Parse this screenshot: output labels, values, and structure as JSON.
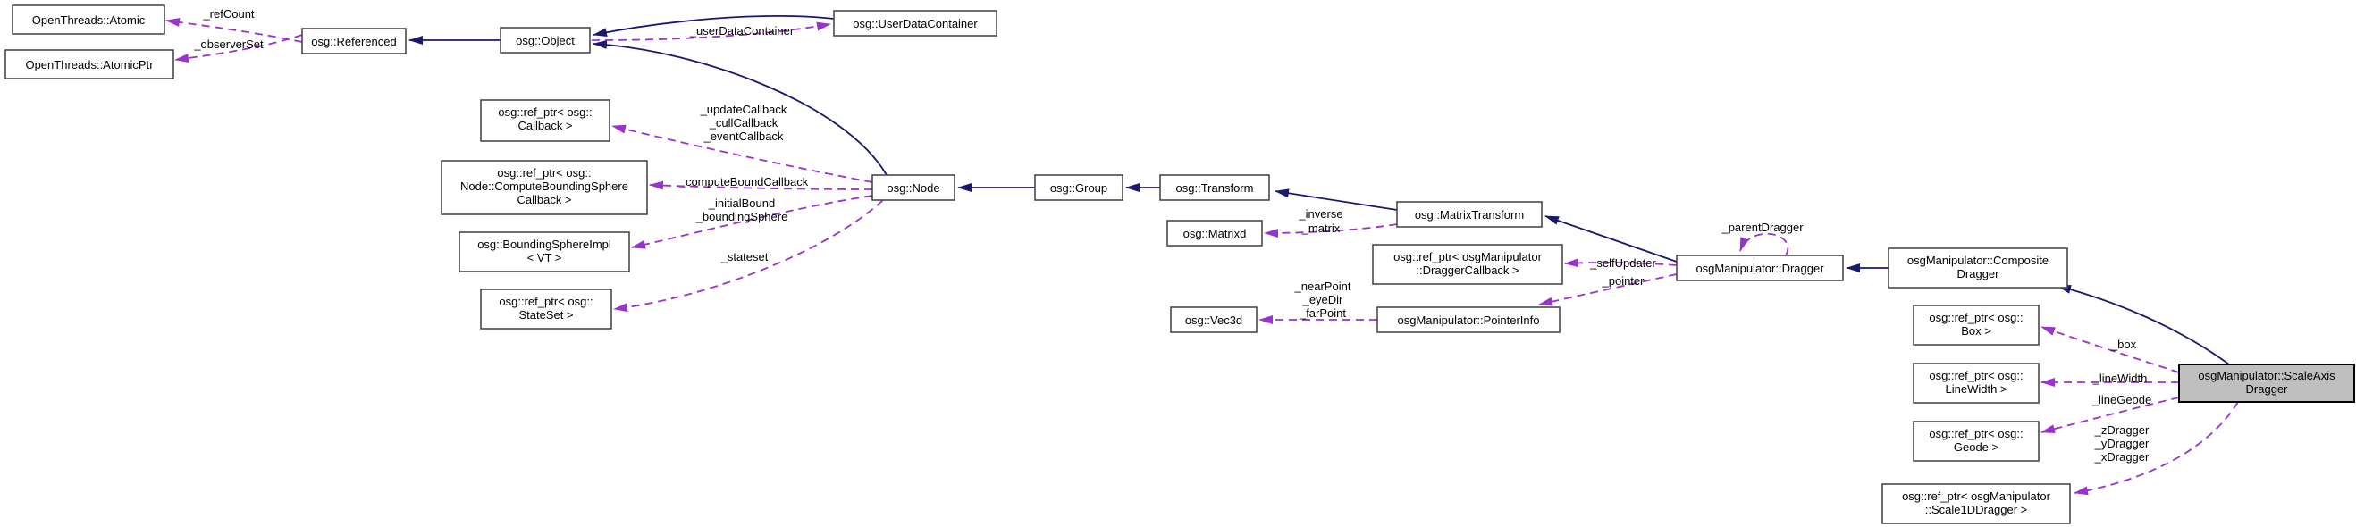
{
  "colors": {
    "background": "#ffffff",
    "node_fill": "#ffffff",
    "node_border": "#4a4a4a",
    "highlight_fill": "#bfbfbf",
    "highlight_border": "#000000",
    "inheritance_edge": "#191970",
    "usage_edge": "#9a32cd",
    "text": "#000000"
  },
  "nodes": {
    "atomic": {
      "label": "OpenThreads::Atomic"
    },
    "atomic_ptr": {
      "label": "OpenThreads::AtomicPtr"
    },
    "referenced": {
      "label": "osg::Referenced"
    },
    "object": {
      "label": "osg::Object"
    },
    "user_data_container": {
      "label": "osg::UserDataContainer"
    },
    "ref_callback": {
      "line1": "osg::ref_ptr< osg::",
      "line2": "Callback >"
    },
    "ref_compute_bound": {
      "line1": "osg::ref_ptr< osg::",
      "line2": "Node::ComputeBoundingSphere",
      "line3": "Callback >"
    },
    "bounding_sphere_impl": {
      "line1": "osg::BoundingSphereImpl",
      "line2": "< VT >"
    },
    "ref_stateset": {
      "line1": "osg::ref_ptr< osg::",
      "line2": "StateSet >"
    },
    "node": {
      "label": "osg::Node"
    },
    "group": {
      "label": "osg::Group"
    },
    "transform": {
      "label": "osg::Transform"
    },
    "matrixd": {
      "label": "osg::Matrixd"
    },
    "matrix_transform": {
      "label": "osg::MatrixTransform"
    },
    "ref_dragger_callback": {
      "line1": "osg::ref_ptr< osgManipulator",
      "line2": "::DraggerCallback >"
    },
    "vec3d": {
      "label": "osg::Vec3d"
    },
    "pointer_info": {
      "label": "osgManipulator::PointerInfo"
    },
    "dragger": {
      "label": "osgManipulator::Dragger"
    },
    "composite_dragger": {
      "line1": "osgManipulator::Composite",
      "line2": "Dragger"
    },
    "ref_box": {
      "line1": "osg::ref_ptr< osg::",
      "line2": "Box >"
    },
    "ref_line_width": {
      "line1": "osg::ref_ptr< osg::",
      "line2": "LineWidth >"
    },
    "scale_axis_dragger": {
      "line1": "osgManipulator::ScaleAxis",
      "line2": "Dragger"
    },
    "ref_geode": {
      "line1": "osg::ref_ptr< osg::",
      "line2": "Geode >"
    },
    "ref_scale1d_dragger": {
      "line1": "osg::ref_ptr< osgManipulator",
      "line2": "::Scale1DDragger >"
    }
  },
  "edge_labels": {
    "ref_count": "_refCount",
    "observer_set": "_observerSet",
    "user_data_container": "_userDataContainer",
    "update_callback": "_updateCallback",
    "cull_callback": "_cullCallback",
    "event_callback": "_eventCallback",
    "compute_bound_callback": "_computeBoundCallback",
    "initial_bound": "_initialBound",
    "bounding_sphere": "_boundingSphere",
    "stateset": "_stateset",
    "inverse": "_inverse",
    "matrix": "_matrix",
    "parent_dragger": "_parentDragger",
    "self_updater": "_selfUpdater",
    "pointer": "_pointer",
    "near_point": "_nearPoint",
    "eye_dir": "_eyeDir",
    "far_point": "_farPoint",
    "box": "_box",
    "line_width": "_lineWidth",
    "line_geode": "_lineGeode",
    "z_dragger": "_zDragger",
    "y_dragger": "_yDragger",
    "x_dragger": "_xDragger"
  },
  "edges": [
    {
      "from": "osg::Object",
      "to": "osg::Referenced",
      "type": "inheritance"
    },
    {
      "from": "osg::UserDataContainer",
      "to": "osg::Object",
      "type": "inheritance"
    },
    {
      "from": "osg::Node",
      "to": "osg::Object",
      "type": "inheritance"
    },
    {
      "from": "osg::Group",
      "to": "osg::Node",
      "type": "inheritance"
    },
    {
      "from": "osg::Transform",
      "to": "osg::Group",
      "type": "inheritance"
    },
    {
      "from": "osg::MatrixTransform",
      "to": "osg::Transform",
      "type": "inheritance"
    },
    {
      "from": "osgManipulator::Dragger",
      "to": "osg::MatrixTransform",
      "type": "inheritance"
    },
    {
      "from": "osgManipulator::CompositeDragger",
      "to": "osgManipulator::Dragger",
      "type": "inheritance"
    },
    {
      "from": "osgManipulator::ScaleAxisDragger",
      "to": "osgManipulator::CompositeDragger",
      "type": "inheritance"
    },
    {
      "from": "osg::Referenced",
      "to": "OpenThreads::Atomic",
      "type": "usage",
      "labels": [
        "_refCount"
      ]
    },
    {
      "from": "osg::Referenced",
      "to": "OpenThreads::AtomicPtr",
      "type": "usage",
      "labels": [
        "_observerSet"
      ]
    },
    {
      "from": "osg::Object",
      "to": "osg::UserDataContainer",
      "type": "usage",
      "labels": [
        "_userDataContainer"
      ]
    },
    {
      "from": "osg::Node",
      "to": "osg::ref_ptr< osg::Callback >",
      "type": "usage",
      "labels": [
        "_updateCallback",
        "_cullCallback",
        "_eventCallback"
      ]
    },
    {
      "from": "osg::Node",
      "to": "osg::ref_ptr< osg::Node::ComputeBoundingSphereCallback >",
      "type": "usage",
      "labels": [
        "_computeBoundCallback"
      ]
    },
    {
      "from": "osg::Node",
      "to": "osg::BoundingSphereImpl< VT >",
      "type": "usage",
      "labels": [
        "_initialBound",
        "_boundingSphere"
      ]
    },
    {
      "from": "osg::Node",
      "to": "osg::ref_ptr< osg::StateSet >",
      "type": "usage",
      "labels": [
        "_stateset"
      ]
    },
    {
      "from": "osg::MatrixTransform",
      "to": "osg::Matrixd",
      "type": "usage",
      "labels": [
        "_inverse",
        "_matrix"
      ]
    },
    {
      "from": "osgManipulator::Dragger",
      "to": "osg::ref_ptr< osgManipulator::DraggerCallback >",
      "type": "usage",
      "labels": [
        "_selfUpdater"
      ]
    },
    {
      "from": "osgManipulator::Dragger",
      "to": "osgManipulator::PointerInfo",
      "type": "usage",
      "labels": [
        "_pointer"
      ]
    },
    {
      "from": "osgManipulator::Dragger",
      "to": "osgManipulator::Dragger",
      "type": "usage",
      "labels": [
        "_parentDragger"
      ]
    },
    {
      "from": "osgManipulator::PointerInfo",
      "to": "osg::Vec3d",
      "type": "usage",
      "labels": [
        "_nearPoint",
        "_eyeDir",
        "_farPoint"
      ]
    },
    {
      "from": "osgManipulator::ScaleAxisDragger",
      "to": "osg::ref_ptr< osg::Box >",
      "type": "usage",
      "labels": [
        "_box"
      ]
    },
    {
      "from": "osgManipulator::ScaleAxisDragger",
      "to": "osg::ref_ptr< osg::LineWidth >",
      "type": "usage",
      "labels": [
        "_lineWidth"
      ]
    },
    {
      "from": "osgManipulator::ScaleAxisDragger",
      "to": "osg::ref_ptr< osg::Geode >",
      "type": "usage",
      "labels": [
        "_lineGeode"
      ]
    },
    {
      "from": "osgManipulator::ScaleAxisDragger",
      "to": "osg::ref_ptr< osgManipulator::Scale1DDragger >",
      "type": "usage",
      "labels": [
        "_zDragger",
        "_yDragger",
        "_xDragger"
      ]
    }
  ]
}
